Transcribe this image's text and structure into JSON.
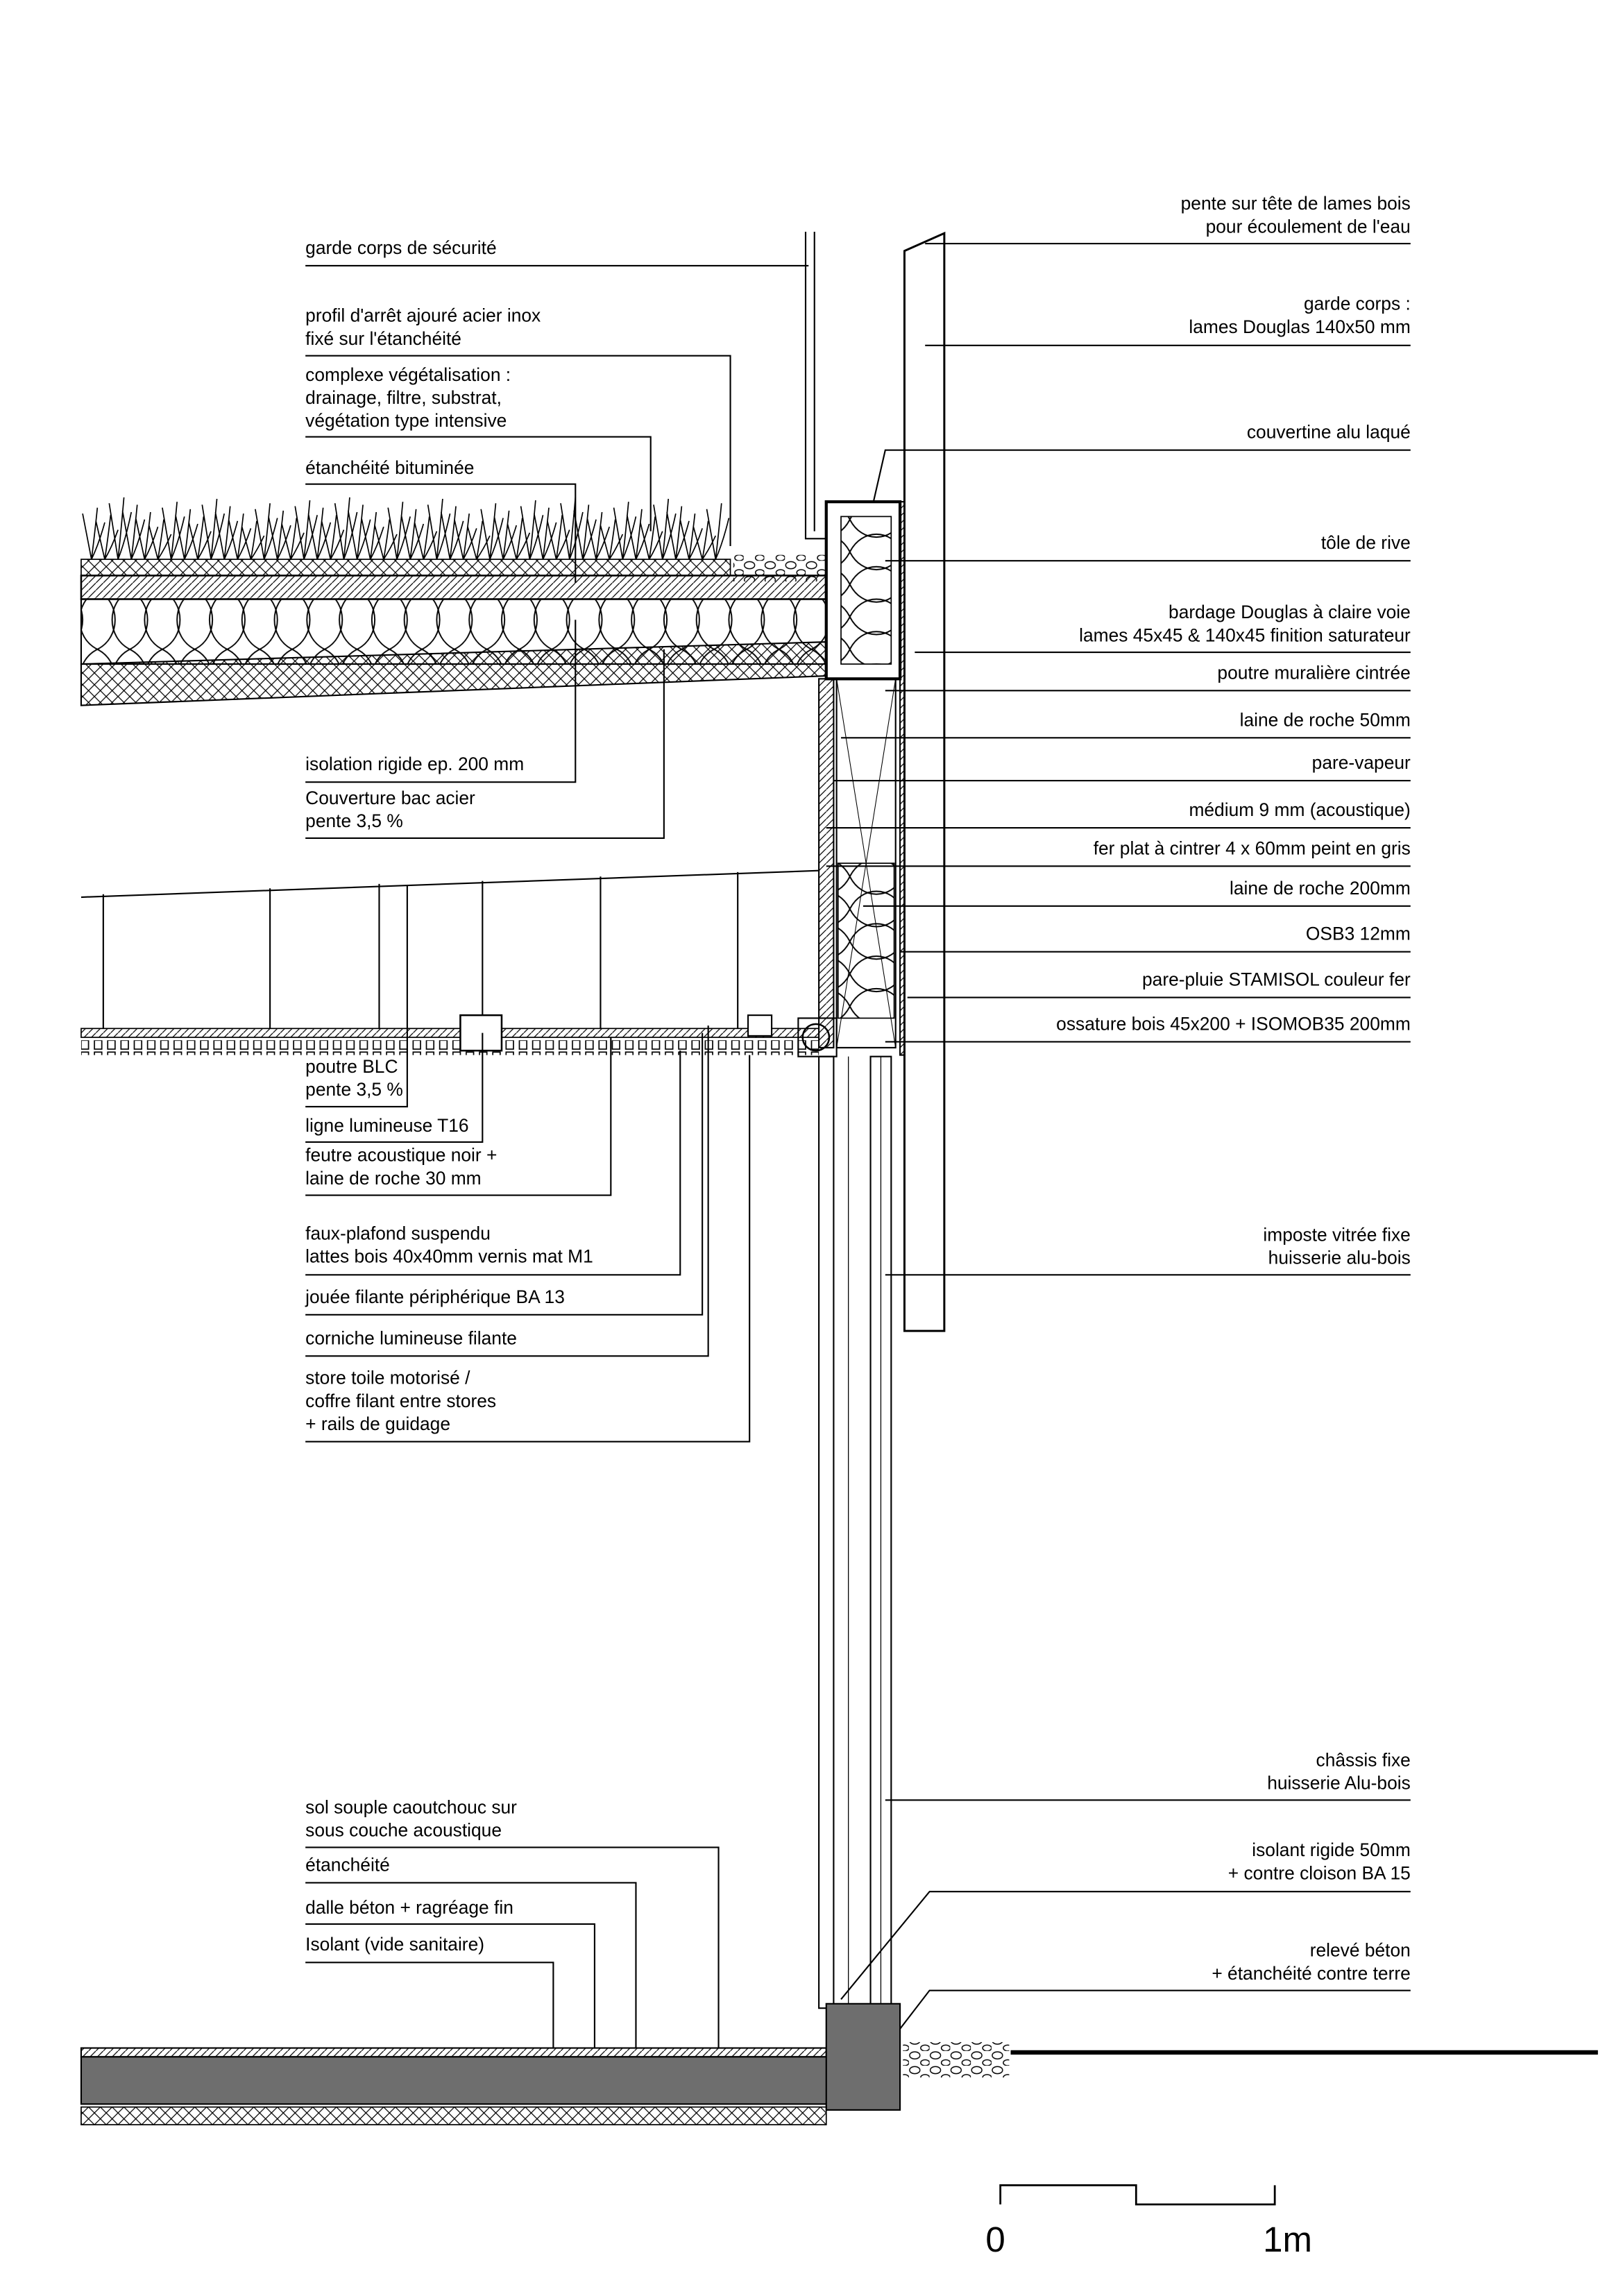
{
  "left_labels": [
    {
      "lines": [
        "garde corps de sécurité"
      ]
    },
    {
      "lines": [
        "profil d'arrêt ajouré acier inox",
        "fixé sur l'étanchéité"
      ]
    },
    {
      "lines": [
        "complexe végétalisation :",
        "drainage, filtre, substrat,",
        "végétation type intensive"
      ]
    },
    {
      "lines": [
        "étanchéité bituminée"
      ]
    },
    {
      "lines": [
        "isolation rigide ep. 200 mm"
      ]
    },
    {
      "lines": [
        "Couverture bac acier",
        "pente 3,5 %"
      ]
    },
    {
      "lines": [
        "poutre BLC",
        "pente 3,5 %"
      ]
    },
    {
      "lines": [
        "ligne lumineuse T16"
      ]
    },
    {
      "lines": [
        "feutre acoustique noir +",
        "laine de roche 30 mm"
      ]
    },
    {
      "lines": [
        "faux-plafond suspendu",
        "lattes bois 40x40mm vernis mat M1"
      ]
    },
    {
      "lines": [
        "jouée filante périphérique  BA 13"
      ]
    },
    {
      "lines": [
        "corniche lumineuse filante"
      ]
    },
    {
      "lines": [
        "store toile motorisé /",
        "coffre filant entre stores",
        "+ rails de guidage"
      ]
    },
    {
      "lines": [
        "sol souple caoutchouc sur",
        "sous couche acoustique"
      ]
    },
    {
      "lines": [
        "étanchéité"
      ]
    },
    {
      "lines": [
        "dalle béton + ragréage fin"
      ]
    },
    {
      "lines": [
        "Isolant  (vide sanitaire)"
      ]
    }
  ],
  "right_labels": [
    {
      "lines": [
        "pente sur tête de lames bois",
        "pour écoulement de l'eau"
      ]
    },
    {
      "lines": [
        "garde corps :",
        "lames Douglas 140x50 mm"
      ]
    },
    {
      "lines": [
        "couvertine alu laqué"
      ]
    },
    {
      "lines": [
        "tôle de rive"
      ]
    },
    {
      "lines": [
        "bardage Douglas à claire voie",
        "lames 45x45 & 140x45 finition saturateur"
      ]
    },
    {
      "lines": [
        "poutre muralière cintrée"
      ]
    },
    {
      "lines": [
        "laine de roche 50mm"
      ]
    },
    {
      "lines": [
        "pare-vapeur"
      ]
    },
    {
      "lines": [
        "médium 9 mm (acoustique)"
      ]
    },
    {
      "lines": [
        "fer plat à cintrer 4 x 60mm peint en gris"
      ]
    },
    {
      "lines": [
        "laine de roche 200mm"
      ]
    },
    {
      "lines": [
        "OSB3 12mm"
      ]
    },
    {
      "lines": [
        "pare-pluie STAMISOL couleur fer"
      ]
    },
    {
      "lines": [
        "ossature bois 45x200 + ISOMOB35 200mm"
      ]
    },
    {
      "lines": [
        "imposte vitrée fixe",
        "huisserie alu-bois"
      ]
    },
    {
      "lines": [
        "châssis fixe",
        "huisserie Alu-bois"
      ]
    },
    {
      "lines": [
        "isolant rigide 50mm",
        "+ contre cloison BA 15"
      ]
    },
    {
      "lines": [
        "relevé béton",
        "+ étanchéité contre terre"
      ]
    }
  ],
  "scale_bar": {
    "start_label": "0",
    "end_label": "1m"
  },
  "colors": {
    "ink": "#000000",
    "concrete": "#6e6e6e",
    "paper": "#ffffff"
  }
}
